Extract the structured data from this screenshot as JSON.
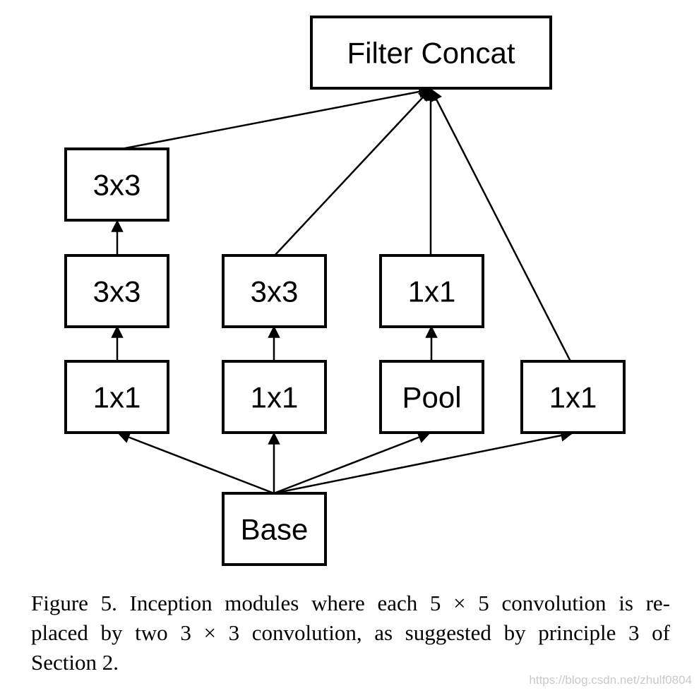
{
  "diagram": {
    "nodes": [
      {
        "id": "filter_concat",
        "label": "Filter Concat"
      },
      {
        "id": "b1_3x3_top",
        "label": "3x3"
      },
      {
        "id": "b1_3x3_mid",
        "label": "3x3"
      },
      {
        "id": "b1_1x1",
        "label": "1x1"
      },
      {
        "id": "b2_3x3",
        "label": "3x3"
      },
      {
        "id": "b2_1x1",
        "label": "1x1"
      },
      {
        "id": "b3_1x1",
        "label": "1x1"
      },
      {
        "id": "b3_pool",
        "label": "Pool"
      },
      {
        "id": "b4_1x1",
        "label": "1x1"
      },
      {
        "id": "base",
        "label": "Base"
      }
    ],
    "edges": [
      {
        "from": "base",
        "to": "b1_1x1"
      },
      {
        "from": "base",
        "to": "b2_1x1"
      },
      {
        "from": "base",
        "to": "b3_pool"
      },
      {
        "from": "base",
        "to": "b4_1x1"
      },
      {
        "from": "b1_1x1",
        "to": "b1_3x3_mid"
      },
      {
        "from": "b1_3x3_mid",
        "to": "b1_3x3_top"
      },
      {
        "from": "b2_1x1",
        "to": "b2_3x3"
      },
      {
        "from": "b3_pool",
        "to": "b3_1x1"
      },
      {
        "from": "b1_3x3_top",
        "to": "filter_concat"
      },
      {
        "from": "b2_3x3",
        "to": "filter_concat"
      },
      {
        "from": "b3_1x1",
        "to": "filter_concat"
      },
      {
        "from": "b4_1x1",
        "to": "filter_concat"
      }
    ]
  },
  "caption": {
    "lines": [
      "Figure 5. Inception modules where each 5 × 5 convolution is re-",
      "placed by two 3 × 3 convolution, as suggested by principle 3 of",
      "Section 2."
    ]
  },
  "watermark": "https://blog.csdn.net/zhulf0804"
}
